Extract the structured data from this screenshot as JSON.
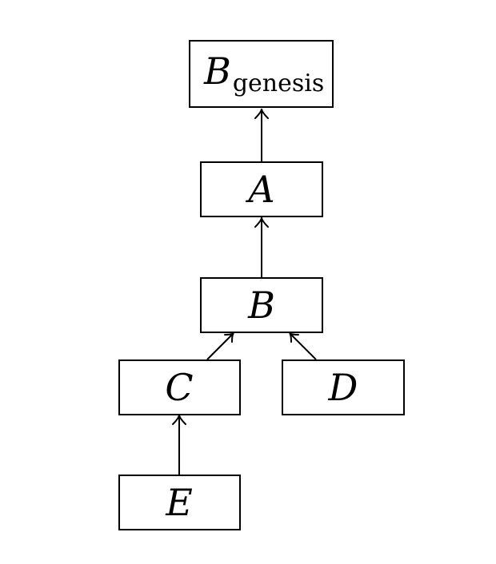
{
  "nodes": {
    "genesis": {
      "label": "B",
      "subscript": "genesis"
    },
    "a": {
      "label": "A"
    },
    "b": {
      "label": "B"
    },
    "c": {
      "label": "C"
    },
    "d": {
      "label": "D"
    },
    "e": {
      "label": "E"
    }
  },
  "edges": [
    {
      "from": "a",
      "to": "genesis"
    },
    {
      "from": "b",
      "to": "a"
    },
    {
      "from": "c",
      "to": "b"
    },
    {
      "from": "d",
      "to": "b"
    },
    {
      "from": "e",
      "to": "c"
    }
  ]
}
